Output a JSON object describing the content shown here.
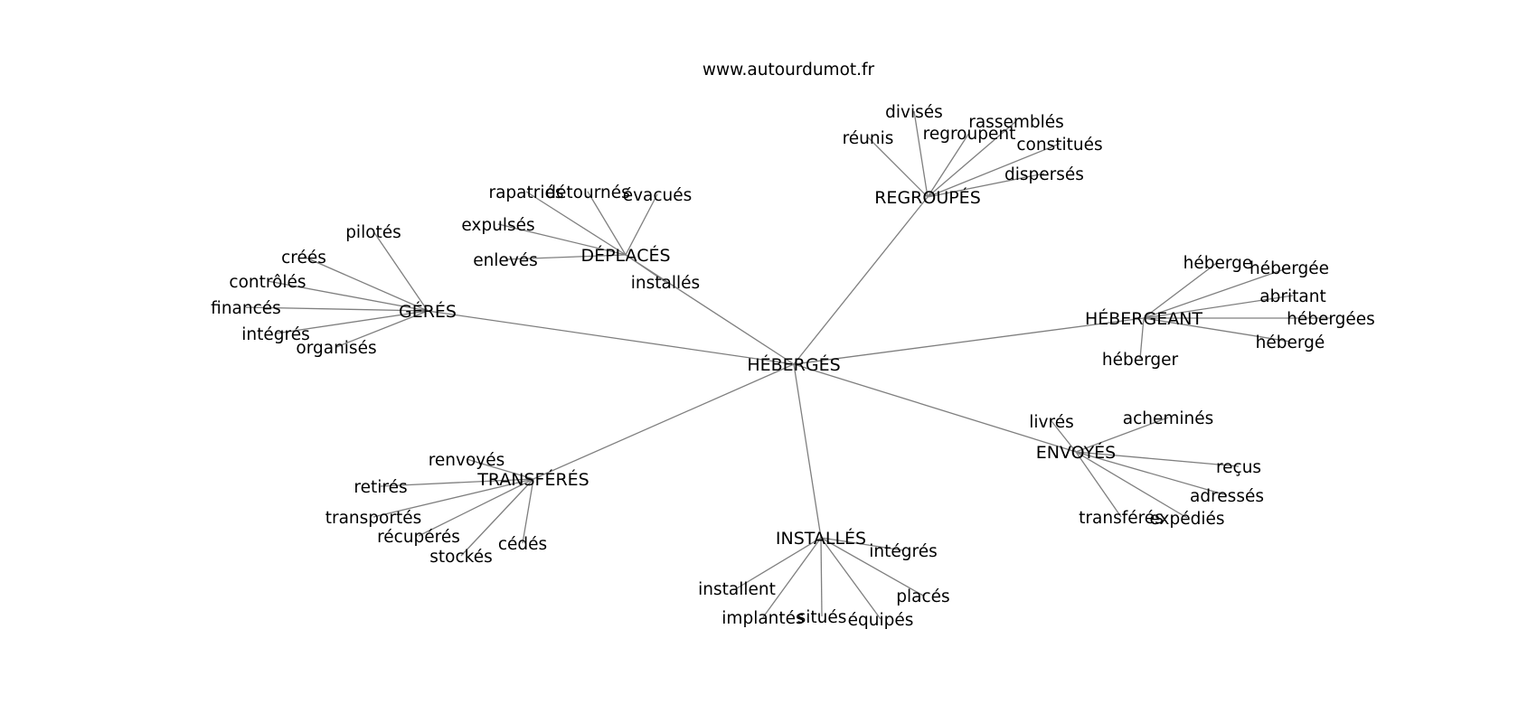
{
  "source": "www.autourdumot.fr",
  "center": "HÉBERGÉS",
  "hubs": [
    {
      "label": "GÉRÉS",
      "words": [
        "pilotés",
        "créés",
        "contrôlés",
        "financés",
        "intégrés",
        "organisés"
      ]
    },
    {
      "label": "DÉPLACÉS",
      "words": [
        "rapatriés",
        "détournés",
        "évacués",
        "expulsés",
        "enlevés",
        "installés"
      ]
    },
    {
      "label": "REGROUPÉS",
      "words": [
        "divisés",
        "réunis",
        "regroupent",
        "rassemblés",
        "constitués",
        "dispersés"
      ]
    },
    {
      "label": "HÉBERGEANT",
      "words": [
        "héberge",
        "hébergée",
        "abritant",
        "hébergées",
        "hébergé",
        "héberger"
      ]
    },
    {
      "label": "ENVOYÉS",
      "words": [
        "livrés",
        "acheminés",
        "reçus",
        "adressés",
        "transférés",
        "expédiés"
      ]
    },
    {
      "label": "INSTALLÉS",
      "words": [
        "intégrés",
        "installent",
        "placés",
        "implantés",
        "situés",
        "équipés"
      ]
    },
    {
      "label": "TRANSFÉRÉS",
      "words": [
        "renvoyés",
        "retirés",
        "transportés",
        "récupérés",
        "stockés",
        "cédés"
      ]
    }
  ],
  "colors": {
    "edge": "#7f7f7f",
    "text": "#000000",
    "background": "#ffffff"
  }
}
